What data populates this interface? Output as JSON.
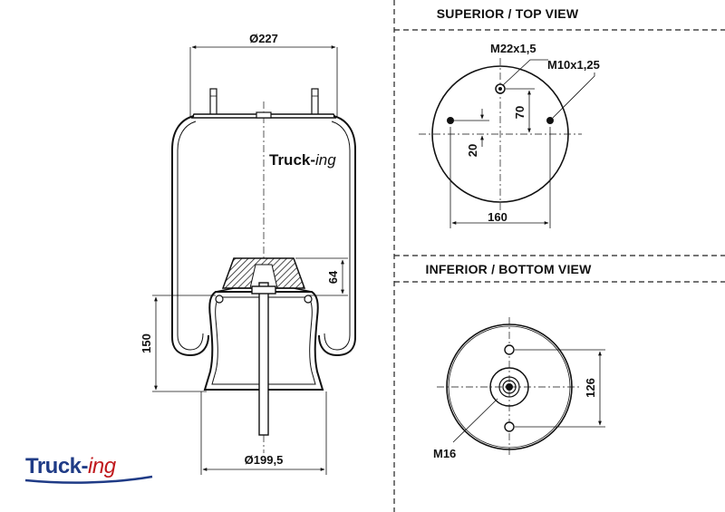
{
  "brand": {
    "name_main": "Truck-",
    "name_suffix": "ing",
    "color_main": "#1f3b86",
    "color_suffix": "#c0181c"
  },
  "side_view": {
    "top_diameter": "Ø227",
    "bottom_diameter": "Ø199,5",
    "piston_height": "64",
    "base_height": "150"
  },
  "top_view": {
    "heading": "SUPERIOR / TOP VIEW",
    "center_thread": "M22x1,5",
    "stud_thread": "M10x1,25",
    "offset_small": "20",
    "offset_vertical": "70",
    "stud_spacing": "160"
  },
  "bottom_view": {
    "heading": "INFERIOR / BOTTOM VIEW",
    "center_thread": "M16",
    "hole_spacing": "126"
  }
}
